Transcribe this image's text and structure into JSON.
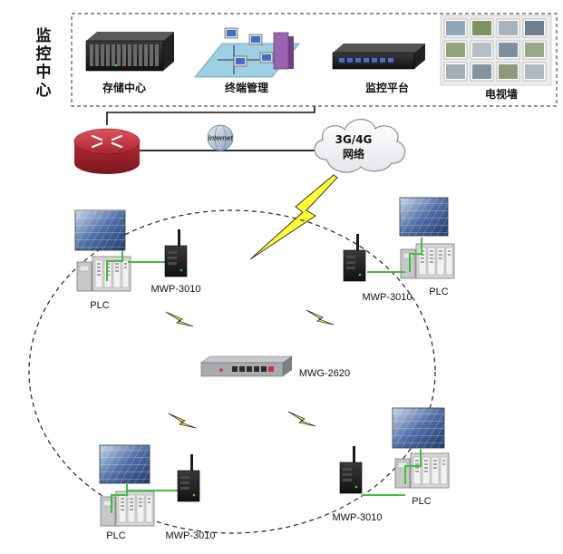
{
  "monitoring_center": {
    "title": "监控中心",
    "title_chars": [
      "监",
      "控",
      "中",
      "心"
    ],
    "devices": {
      "storage": "存储中心",
      "terminal": "终端管理",
      "platform": "监控平台",
      "video_wall": "电视墙"
    }
  },
  "network": {
    "internet_label": "Internet",
    "cloud_line1": "3G/4G",
    "cloud_line2": "网络"
  },
  "field": {
    "gateway_label": "MWG-2620",
    "nodes": [
      {
        "router_label": "MWP-3010",
        "plc_label": "PLC"
      },
      {
        "router_label": "MWP-3010",
        "plc_label": "PLC"
      },
      {
        "router_label": "MWP-3010",
        "plc_label": "PLC"
      },
      {
        "router_label": "MWP-3010",
        "plc_label": "PLC"
      }
    ]
  },
  "colors": {
    "link_green": "#3cc13c",
    "lightning": "#ffff33",
    "router_red": "#c8303a",
    "solar_blue": "#3a5f9a"
  }
}
